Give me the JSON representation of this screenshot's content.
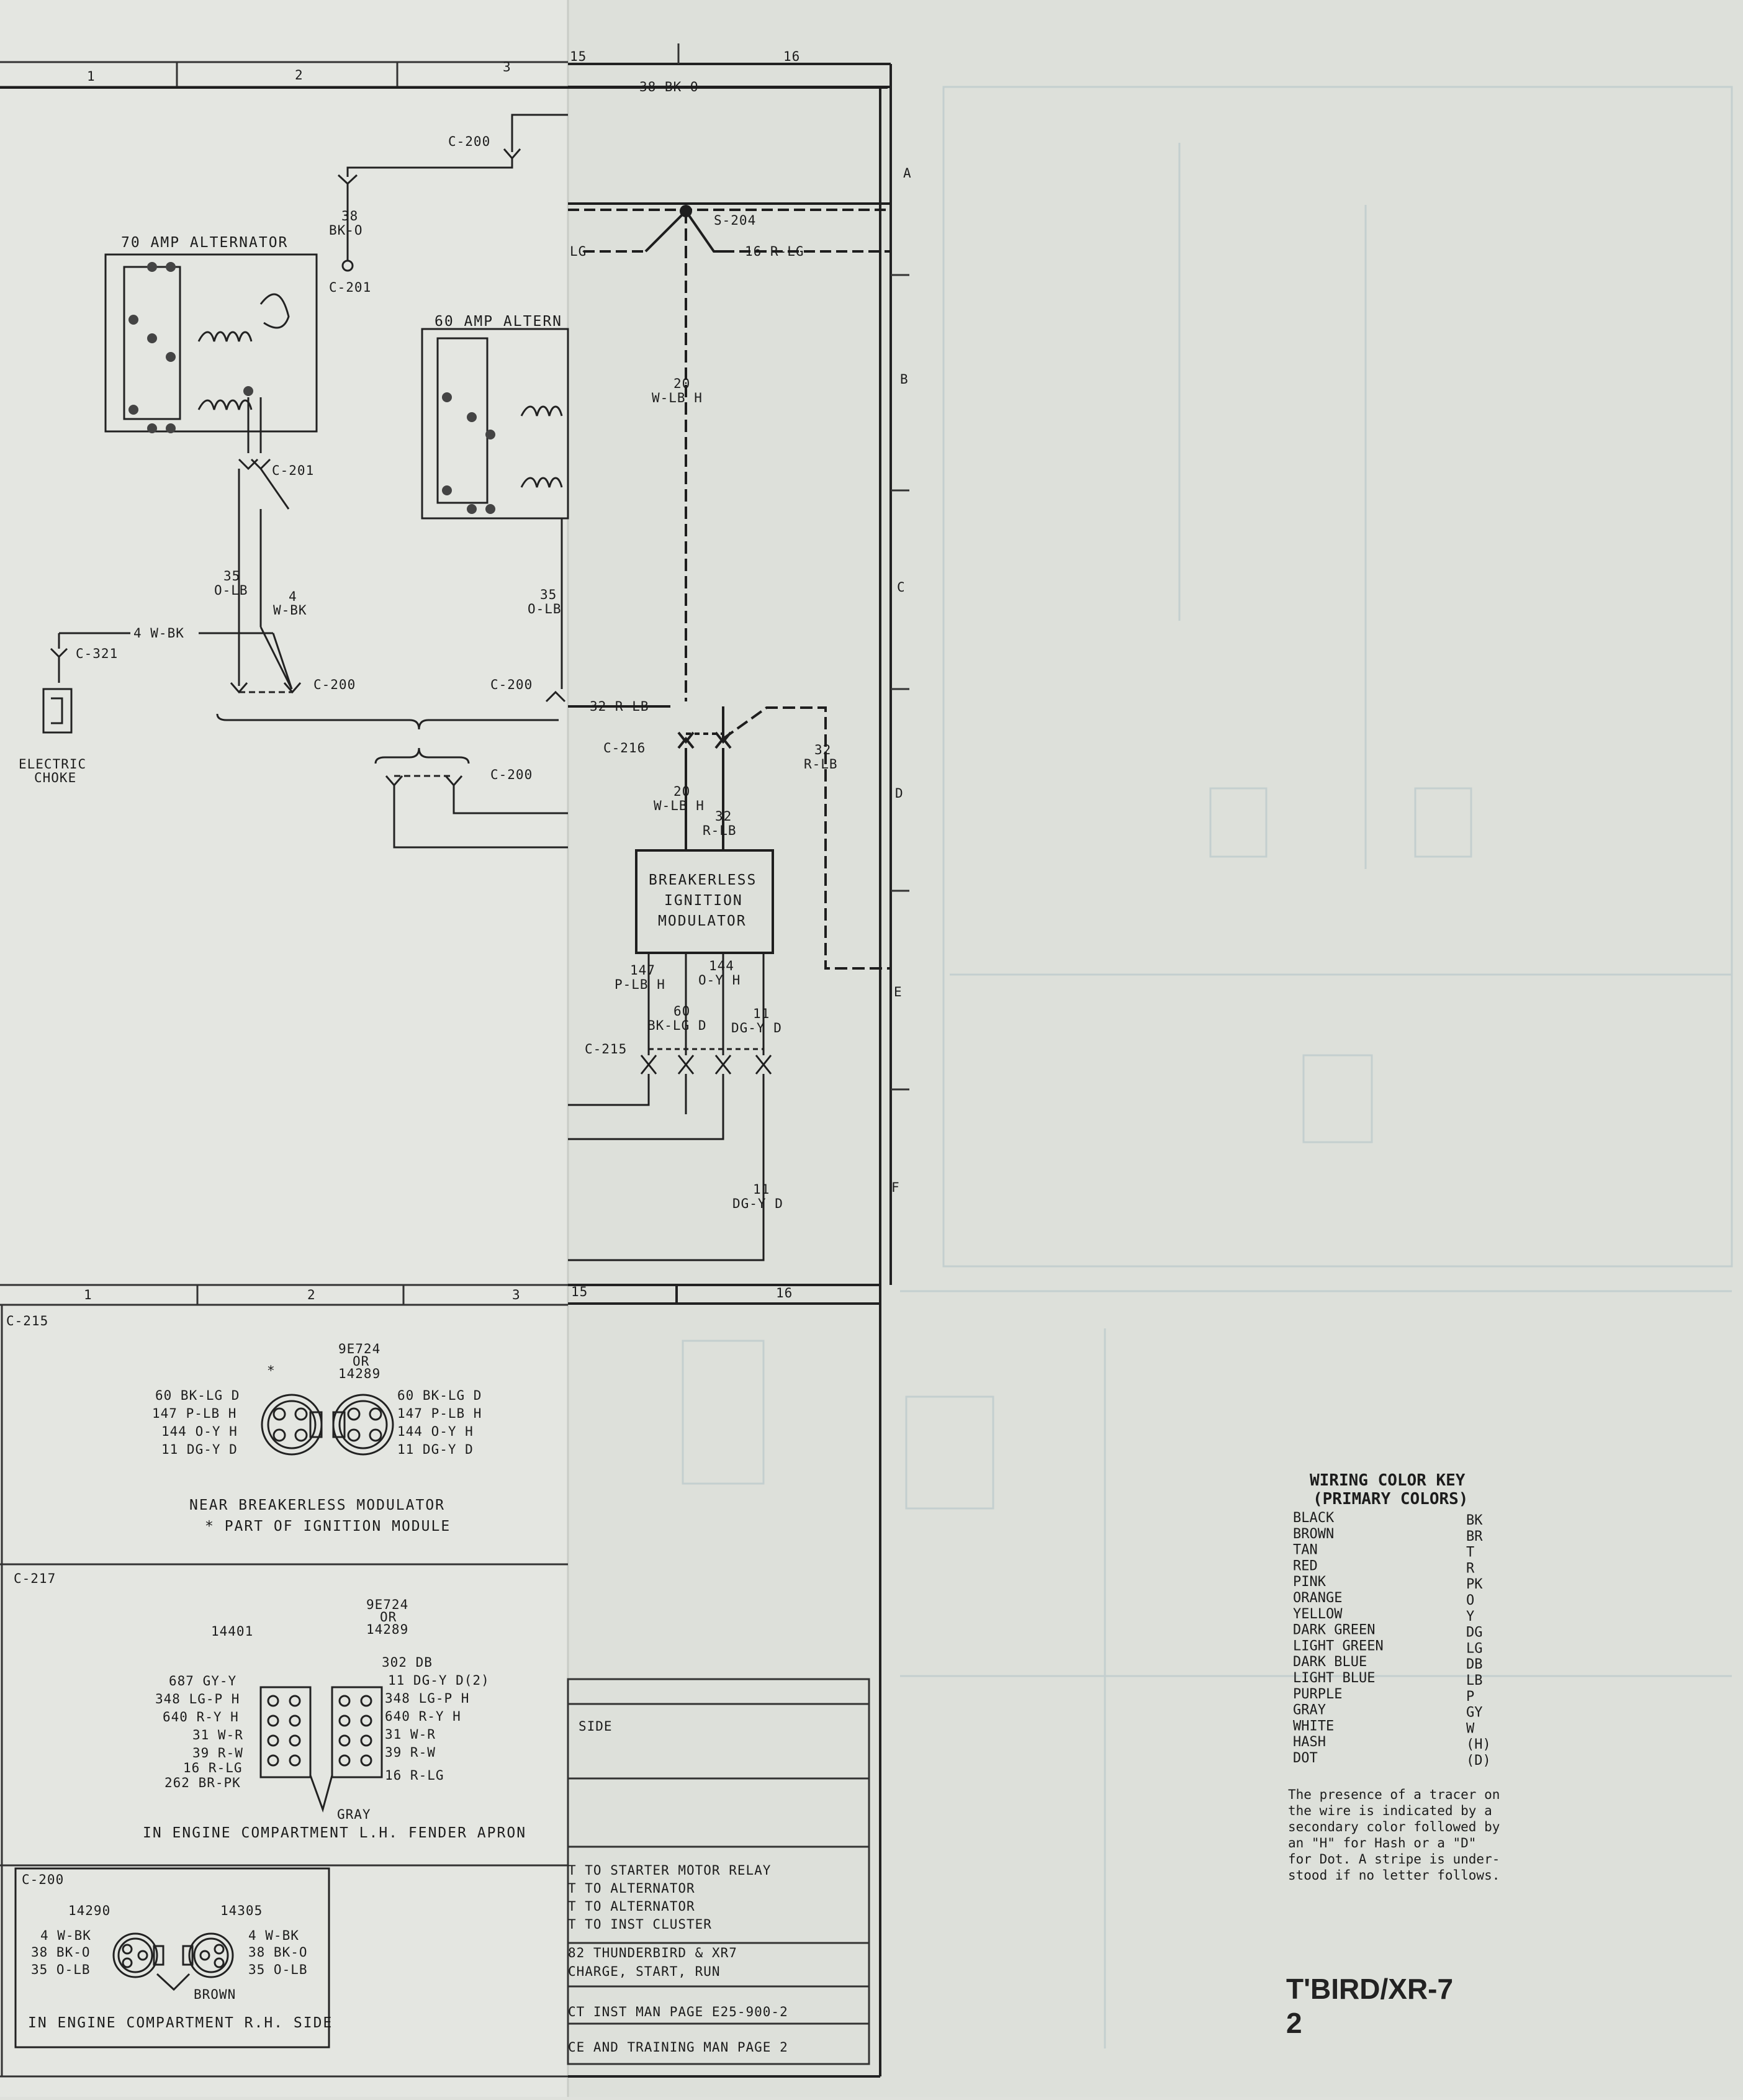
{
  "columns": {
    "left_top": [
      "1",
      "2",
      "3"
    ],
    "right_top": [
      "15",
      "16"
    ],
    "left_bottom": [
      "1",
      "2",
      "3"
    ],
    "right_bottom": [
      "15",
      "16"
    ]
  },
  "rows": [
    "A",
    "B",
    "C",
    "D",
    "E",
    "F"
  ],
  "wires": {
    "w38": "38 BK-O",
    "c200_top": "C-200",
    "s204": "S-204",
    "lg_left": "LG",
    "r16": "16 R-LG",
    "w38_num": "38",
    "w38_col": "BK-O",
    "c201_a": "C-201",
    "c201_b": "C-201",
    "alt70": "70 AMP ALTERNATOR",
    "alt60": "60 AMP ALTERN",
    "w20_num": "20",
    "w20_col": "W-LB H",
    "w35_num": "35",
    "w35_col": "O-LB",
    "w4_num": "4",
    "w4_col": "W-BK",
    "w35b_num": "35",
    "w35b_col": "O-LB",
    "w4_wbk": "4 W-BK",
    "c321": "C-321",
    "c200_a": "C-200",
    "c200_b": "C-200",
    "c200_c": "C-200",
    "w32_rlb": "32 R-LB",
    "c216": "C-216",
    "w32_num": "32",
    "w32_col": "R-LB",
    "w20b_num": "20",
    "w20b_col": "W-LB H",
    "w32b_num": "32",
    "w32b_col": "R-LB",
    "choke_1": "ELECTRIC",
    "choke_2": "CHOKE",
    "mod_1": "BREAKERLESS",
    "mod_2": "IGNITION",
    "mod_3": "MODULATOR",
    "w147_num": "147",
    "w147_col": "P-LB H",
    "w144_num": "144",
    "w144_col": "O-Y H",
    "w60_num": "60",
    "w60_col": "BK-LG D",
    "w11_num": "11",
    "w11_col": "DG-Y D",
    "c215": "C-215",
    "w11b_num": "11",
    "w11b_col": "DG-Y D"
  },
  "c215_panel": {
    "title": "C-215",
    "part_1": "9E724",
    "part_2": "OR",
    "part_3": "14289",
    "star": "*",
    "left_pins": [
      "60 BK-LG D",
      "147 P-LB H",
      "144 O-Y H",
      "11 DG-Y D"
    ],
    "right_pins": [
      "60 BK-LG D",
      "147 P-LB H",
      "144 O-Y H",
      "11 DG-Y D"
    ],
    "note_1": "NEAR BREAKERLESS MODULATOR",
    "note_2": "* PART OF IGNITION MODULE"
  },
  "c217_panel": {
    "title": "C-217",
    "part_left": "14401",
    "part_1": "9E724",
    "part_2": "OR",
    "part_3": "14289",
    "left_pins": [
      "687 GY-Y",
      "348 LG-P H",
      "640 R-Y H",
      "31 W-R",
      "39 R-W",
      "16 R-LG",
      "262 BR-PK"
    ],
    "right_pins": [
      "302 DB",
      "11 DG-Y D(2)",
      "348 LG-P H",
      "640 R-Y H",
      "31 W-R",
      "39 R-W",
      "16 R-LG"
    ],
    "gray": "GRAY",
    "note": "IN ENGINE COMPARTMENT L.H. FENDER APRON"
  },
  "c200_panel": {
    "title": "C-200",
    "part_left": "14290",
    "part_right": "14305",
    "left_pins": [
      "4 W-BK",
      "38 BK-O",
      "35 O-LB"
    ],
    "right_pins": [
      "4 W-BK",
      "38 BK-O",
      "35 O-LB"
    ],
    "brown": "BROWN",
    "note": "IN ENGINE COMPARTMENT R.H. SIDE"
  },
  "index": {
    "side": "SIDE",
    "lines": [
      "T TO STARTER MOTOR RELAY",
      "T TO ALTERNATOR",
      "T TO ALTERNATOR",
      "T TO INST CLUSTER"
    ],
    "title_1": "82 THUNDERBIRD & XR7",
    "title_2": "CHARGE, START, RUN",
    "ref_1": "CT INST MAN PAGE E25-900-2",
    "ref_2": "CE AND TRAINING MAN PAGE 2"
  },
  "color_key": {
    "title_1": "WIRING COLOR KEY",
    "title_2": "(PRIMARY COLORS)",
    "names": [
      "BLACK",
      "BROWN",
      "TAN",
      "RED",
      "PINK",
      "ORANGE",
      "YELLOW",
      "DARK GREEN",
      "LIGHT GREEN",
      "DARK BLUE",
      "LIGHT BLUE",
      "PURPLE",
      "GRAY",
      "WHITE",
      "HASH",
      "DOT"
    ],
    "codes": [
      "BK",
      "BR",
      "T",
      "R",
      "PK",
      "O",
      "Y",
      "DG",
      "LG",
      "DB",
      "LB",
      "P",
      "GY",
      "W",
      "(H)",
      "(D)"
    ],
    "note": [
      "The presence of a tracer on",
      "the wire is indicated by a",
      "secondary color followed by",
      "an \"H\" for Hash or a \"D\"",
      "for Dot. A stripe is under-",
      "stood if no letter follows."
    ]
  },
  "footer": {
    "model": "T'BIRD/XR-7",
    "page": "2"
  }
}
